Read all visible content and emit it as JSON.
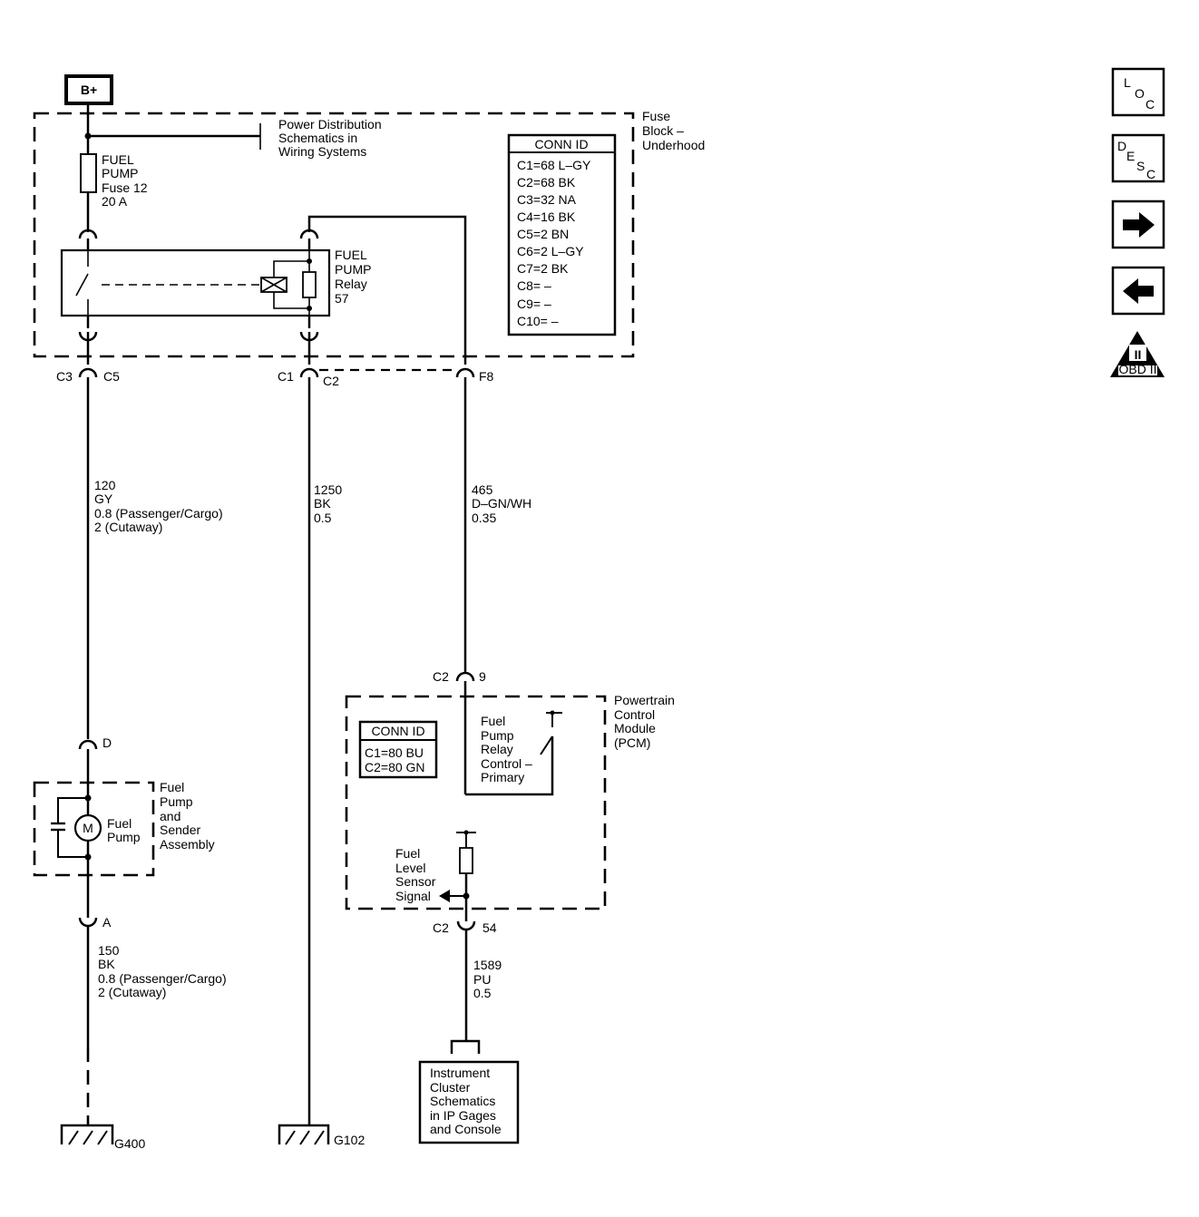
{
  "battery": {
    "label": "B+"
  },
  "fuse_block": {
    "title_lines": [
      "Fuse",
      "Block –",
      "Underhood"
    ]
  },
  "power_distribution": {
    "lines": [
      "Power Distribution",
      "Schematics in",
      "Wiring Systems"
    ]
  },
  "fuse": {
    "lines": [
      "FUEL",
      "PUMP",
      "Fuse 12",
      "20 A"
    ]
  },
  "relay": {
    "lines": [
      "FUEL",
      "PUMP",
      "Relay",
      "57"
    ]
  },
  "conn_id_fuse_block": {
    "header": "CONN ID",
    "rows": [
      "C1=68 L–GY",
      "C2=68 BK",
      "C3=32 NA",
      "C4=16 BK",
      "C5=2 BN",
      "C6=2 L–GY",
      "C7=2 BK",
      "C8= –",
      "C9= –",
      "C10= –"
    ]
  },
  "connectors": {
    "c3": "C3",
    "c5": "C5",
    "c1": "C1",
    "c2_top": "C2",
    "f8": "F8",
    "d": "D",
    "a": "A",
    "pcm_c2_top": "C2",
    "pcm_pin9": "9",
    "pcm_c2_bottom": "C2",
    "pcm_pin54": "54"
  },
  "wires": {
    "w120": [
      "120",
      "GY",
      "0.8 (Passenger/Cargo)",
      "2 (Cutaway)"
    ],
    "w1250": [
      "1250",
      "BK",
      "0.5"
    ],
    "w465": [
      "465",
      "D–GN/WH",
      "0.35"
    ],
    "w150": [
      "150",
      "BK",
      "0.8 (Passenger/Cargo)",
      "2 (Cutaway)"
    ],
    "w1589": [
      "1589",
      "PU",
      "0.5"
    ]
  },
  "fuel_pump_assembly": {
    "title_lines": [
      "Fuel",
      "Pump",
      "and",
      "Sender",
      "Assembly"
    ],
    "motor_symbol": "M",
    "motor_lines": [
      "Fuel",
      "Pump"
    ]
  },
  "pcm": {
    "title_lines": [
      "Powertrain",
      "Control",
      "Module",
      "(PCM)"
    ],
    "conn_id": {
      "header": "CONN ID",
      "rows": [
        "C1=80 BU",
        "C2=80 GN"
      ]
    },
    "relay_control_lines": [
      "Fuel",
      "Pump",
      "Relay",
      "Control –",
      "Primary"
    ],
    "fuel_level_lines": [
      "Fuel",
      "Level",
      "Sensor",
      "Signal"
    ]
  },
  "instrument_cluster": {
    "lines": [
      "Instrument",
      "Cluster",
      "Schematics",
      "in IP Gages",
      "and Console"
    ]
  },
  "grounds": {
    "g400": "G400",
    "g102": "G102"
  },
  "nav": {
    "loc": [
      "L",
      "O",
      "C"
    ],
    "desc": [
      "D",
      "E",
      "S",
      "C"
    ],
    "obd": {
      "top": "II",
      "bottom": "OBD II"
    }
  }
}
